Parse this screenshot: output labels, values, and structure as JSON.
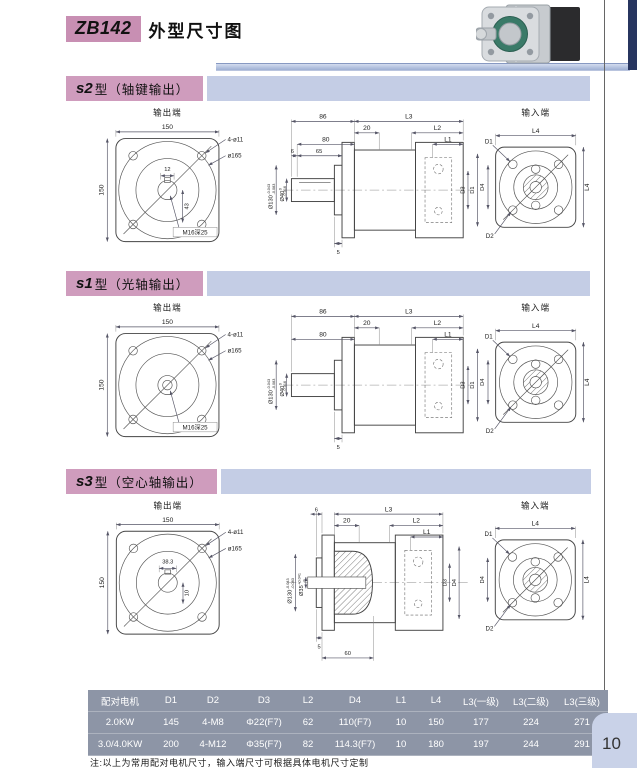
{
  "page": {
    "model": "ZB142",
    "title": "外型尺寸图",
    "note": "注:以上为常用配对电机尺寸，输入端尺寸可根据具体电机尺寸定制",
    "page_number": "10"
  },
  "labels": {
    "output_end": "输出端",
    "input_end": "输入端"
  },
  "colors": {
    "badge_pink": "#c88fb3",
    "section_pink": "#cf9cbd",
    "section_bar_lavender": "#c4cde5",
    "header_line_blue": "#9fb0d4",
    "table_bg": "#8d95a6",
    "page_tab_bg": "#c9d2e8",
    "corner_navy": "#27355f"
  },
  "sections": {
    "s2": {
      "name": "s2",
      "kind": "型（轴键输出）",
      "front": {
        "w": "150",
        "h": "150",
        "holes": "4-ø11",
        "bcd": "ø165",
        "key_w": "12",
        "key_h": "43",
        "tap": "M16深25"
      },
      "side": {
        "a": "86",
        "L3": "L3",
        "b": "20",
        "L2": "L2",
        "c": "80",
        "L1": "L1",
        "d": "6",
        "e": "65",
        "f": "5",
        "dia1": "Ø130",
        "dia1_sup": "-0.043",
        "dia1_sub": "-0.083",
        "dia2": "Ø40",
        "dia2_sup": "0",
        "dia2_sub": "-0.016",
        "D3": "D3",
        "D1": "D1"
      },
      "back": {
        "L4_top": "L4",
        "L4_side": "L4",
        "D1": "D1",
        "D4": "D4",
        "D2": "D2"
      }
    },
    "s1": {
      "name": "s1",
      "kind": "型（光轴输出）",
      "front": {
        "w": "150",
        "h": "150",
        "holes": "4-ø11",
        "bcd": "ø165",
        "tap": "M16深25"
      },
      "side": {
        "a": "86",
        "L3": "L3",
        "b": "20",
        "L2": "L2",
        "c": "80",
        "L1": "L1",
        "f": "5",
        "dia1": "Ø130",
        "dia1_sup": "-0.043",
        "dia1_sub": "-0.083",
        "dia2": "Ø40",
        "dia2_sup": "0",
        "dia2_sub": "-0.016",
        "D3": "D3",
        "D1": "D1"
      },
      "back": {
        "L4_top": "L4",
        "L4_side": "L4",
        "D1": "D1",
        "D4": "D4",
        "D2": "D2"
      }
    },
    "s3": {
      "name": "s3",
      "kind": "型（空心轴输出）",
      "front": {
        "w": "150",
        "h": "150",
        "holes": "4-ø11",
        "bcd": "ø165",
        "key_w": "38.3",
        "key_h": "10"
      },
      "side": {
        "a": "6",
        "L3": "L3",
        "b": "20",
        "L2": "L2",
        "L1": "L1",
        "f": "5",
        "g": "60",
        "dia1": "Ø130",
        "dia1_sup": "-0.043",
        "dia1_sub": "-0.083",
        "dia2": "Ø35",
        "dia2_sup": "+0.041",
        "dia2_sub": "0",
        "D3": "D3",
        "D1": "D4"
      },
      "back": {
        "L4_top": "L4",
        "L4_side": "L4",
        "D1": "D1",
        "D4": "D4",
        "D2": "D2"
      }
    }
  },
  "table": {
    "headers": [
      "配对电机",
      "D1",
      "D2",
      "D3",
      "L2",
      "D4",
      "L1",
      "L4",
      "L3(一级)",
      "L3(二级)",
      "L3(三级)"
    ],
    "rows": [
      [
        "2.0KW",
        "145",
        "4-M8",
        "Φ22(F7)",
        "62",
        "110(F7)",
        "10",
        "150",
        "177",
        "224",
        "271"
      ],
      [
        "3.0/4.0KW",
        "200",
        "4-M12",
        "Φ35(F7)",
        "82",
        "114.3(F7)",
        "10",
        "180",
        "197",
        "244",
        "291"
      ]
    ]
  }
}
